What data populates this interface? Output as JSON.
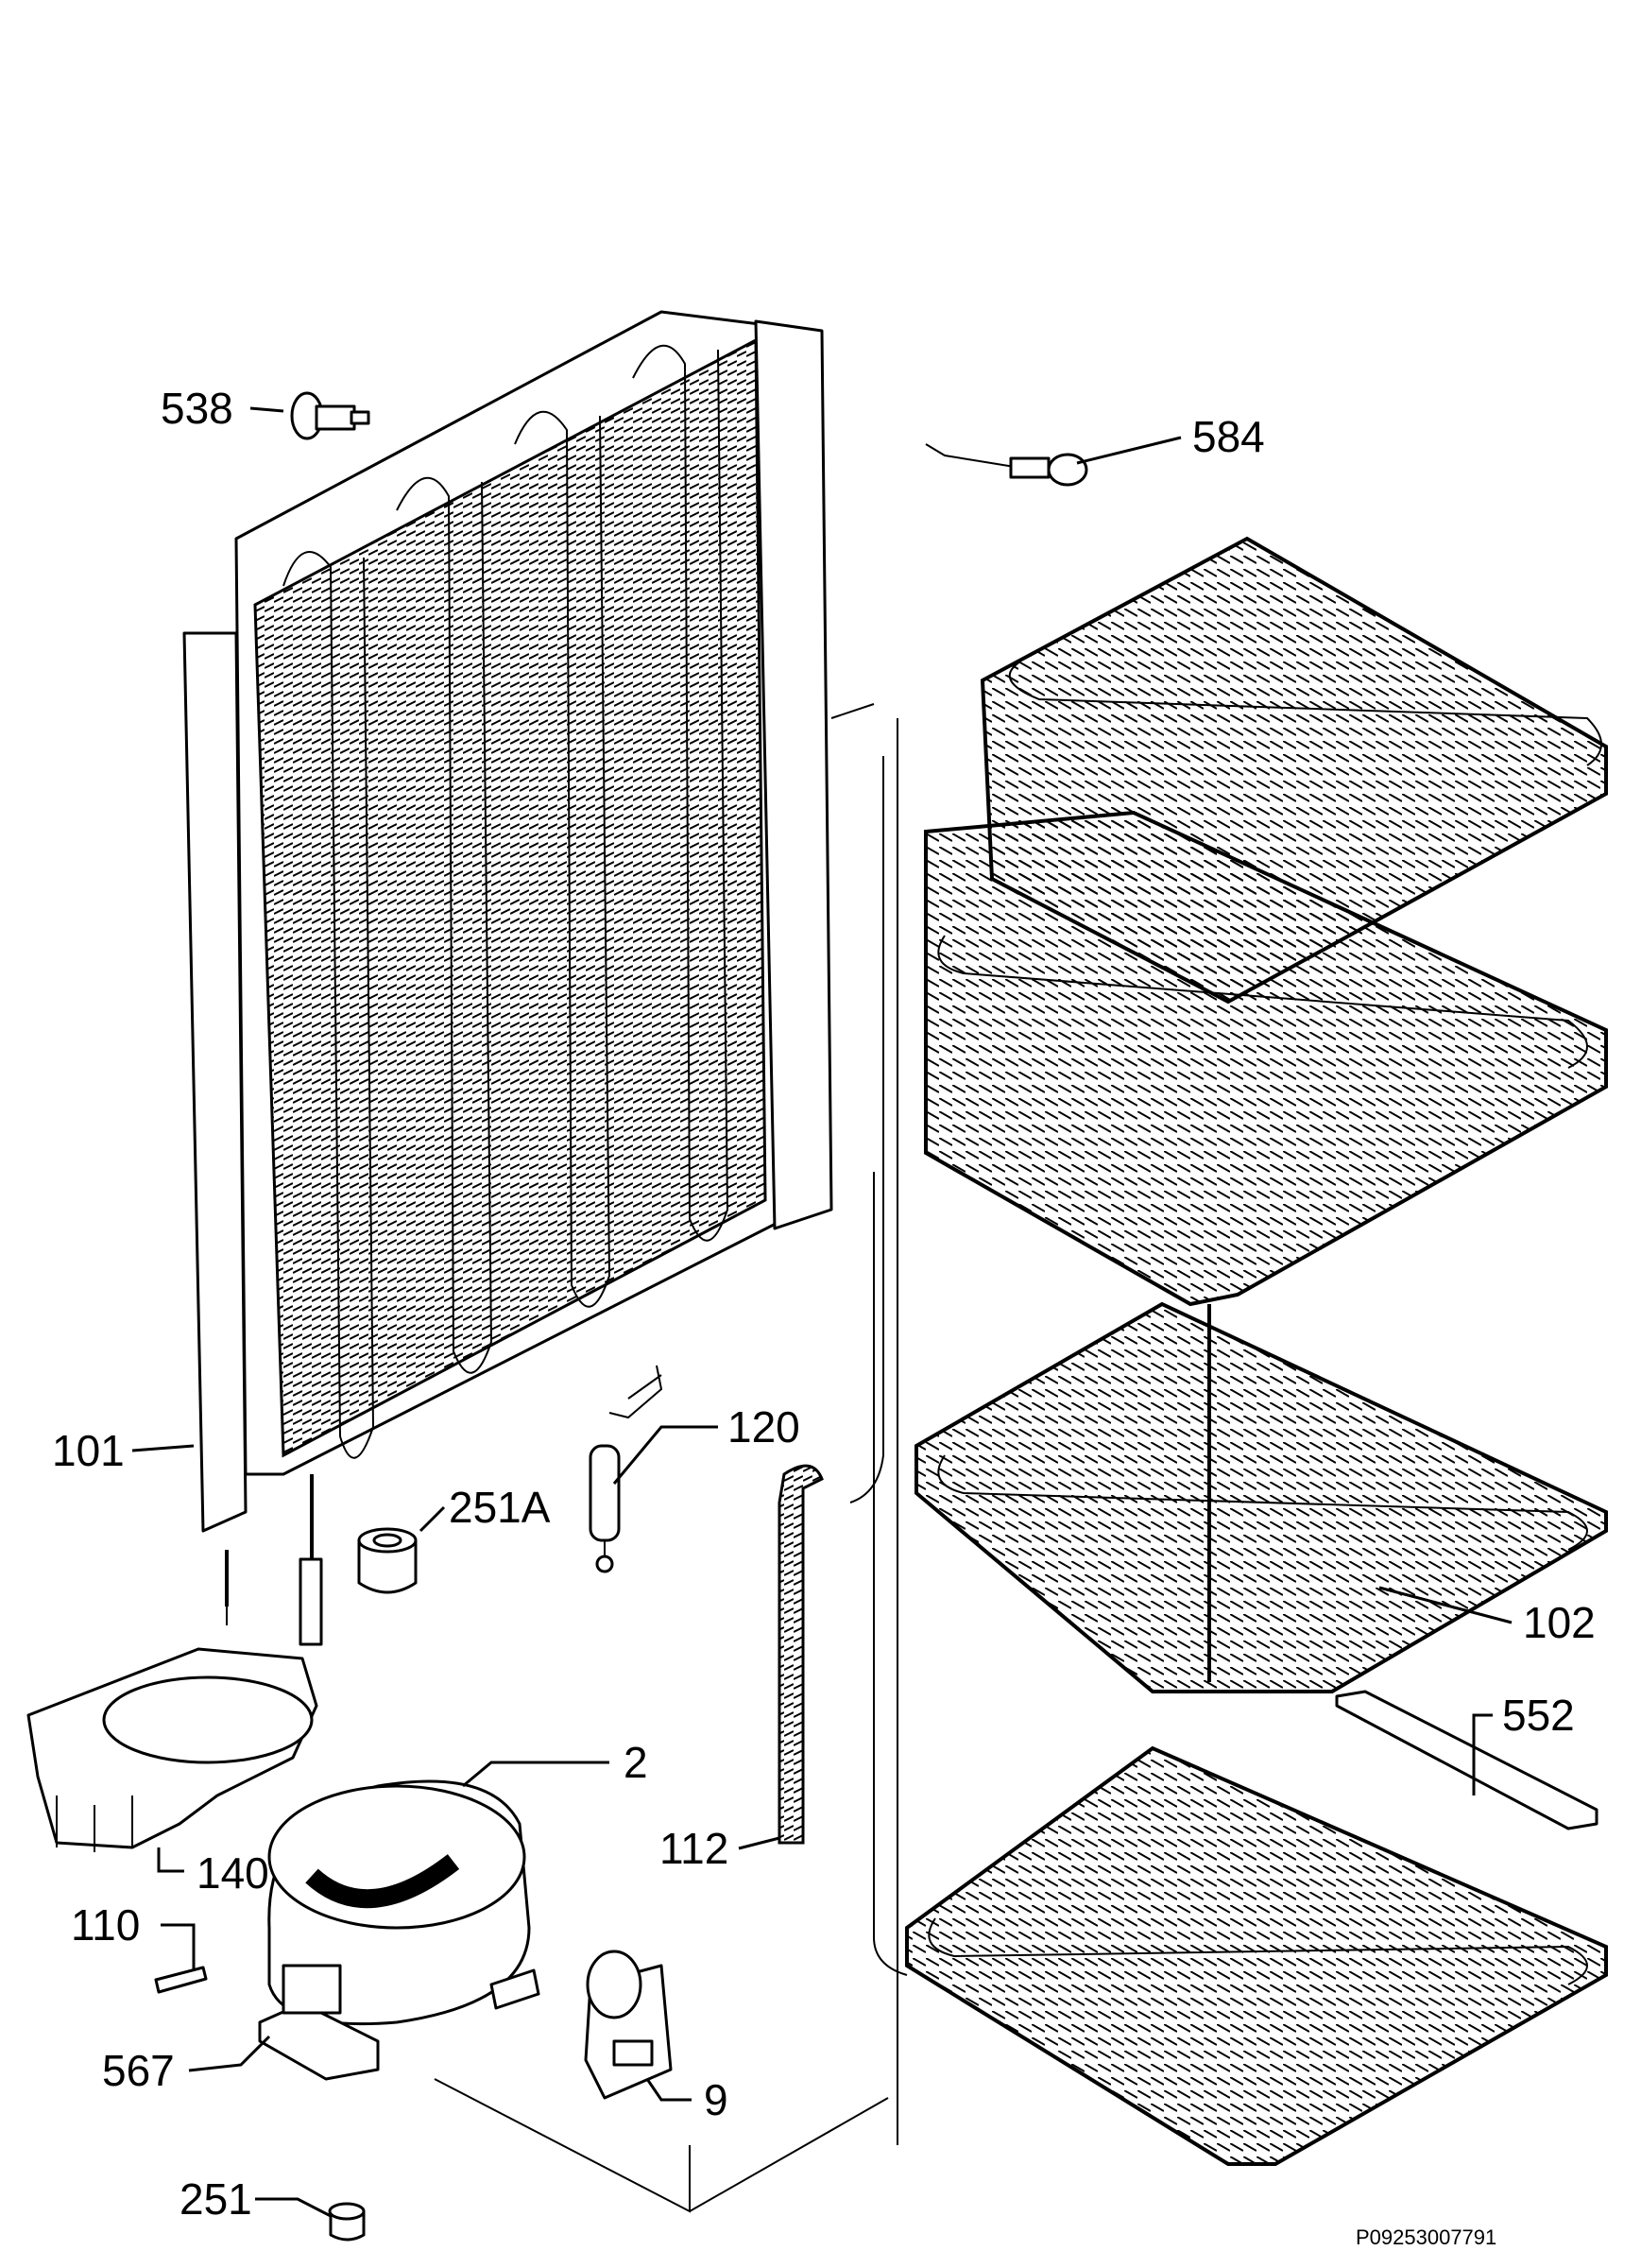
{
  "diagram": {
    "callouts": [
      {
        "id": "c538",
        "label": "538"
      },
      {
        "id": "c584",
        "label": "584"
      },
      {
        "id": "c101",
        "label": "101"
      },
      {
        "id": "c120",
        "label": "120"
      },
      {
        "id": "c251a",
        "label": "251A"
      },
      {
        "id": "c102",
        "label": "102"
      },
      {
        "id": "c552",
        "label": "552"
      },
      {
        "id": "c140",
        "label": "140"
      },
      {
        "id": "c2",
        "label": "2"
      },
      {
        "id": "c112",
        "label": "112"
      },
      {
        "id": "c110",
        "label": "110"
      },
      {
        "id": "c567",
        "label": "567"
      },
      {
        "id": "c9",
        "label": "9"
      },
      {
        "id": "c251",
        "label": "251"
      }
    ],
    "document_code": "P09253007791"
  }
}
